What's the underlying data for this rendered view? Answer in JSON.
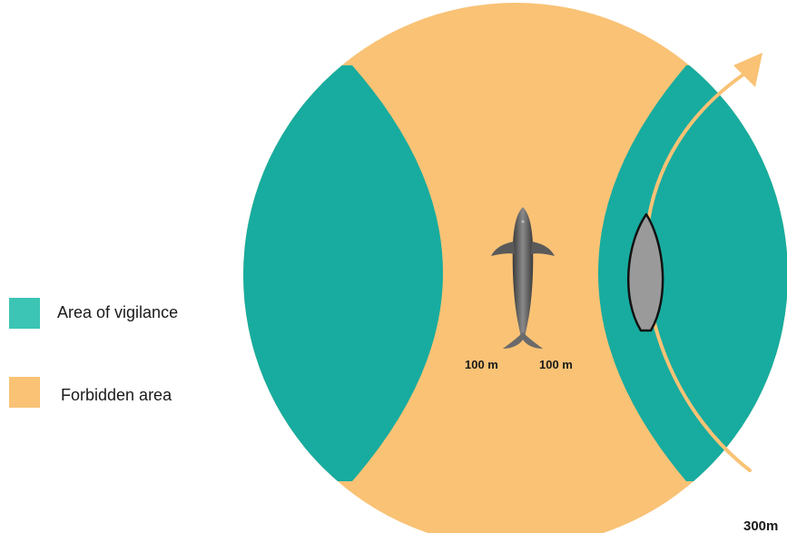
{
  "legend": {
    "items": [
      {
        "label": "Area of vigilance",
        "color": "#3cc4b4"
      },
      {
        "label": "Forbidden area",
        "color": "#f9c275"
      }
    ]
  },
  "diagram": {
    "colors": {
      "forbidden": "#f9c275",
      "vigilance": "#17ac9f",
      "boat": "#9a9a9a",
      "arrow": "#f9c275"
    },
    "labels": {
      "left_distance": "100 m",
      "right_distance": "100 m",
      "outer_radius": "300m"
    },
    "icons": {
      "dolphin": "dolphin-icon",
      "boat": "boat-icon",
      "path_arrow": "arrow-icon"
    }
  }
}
